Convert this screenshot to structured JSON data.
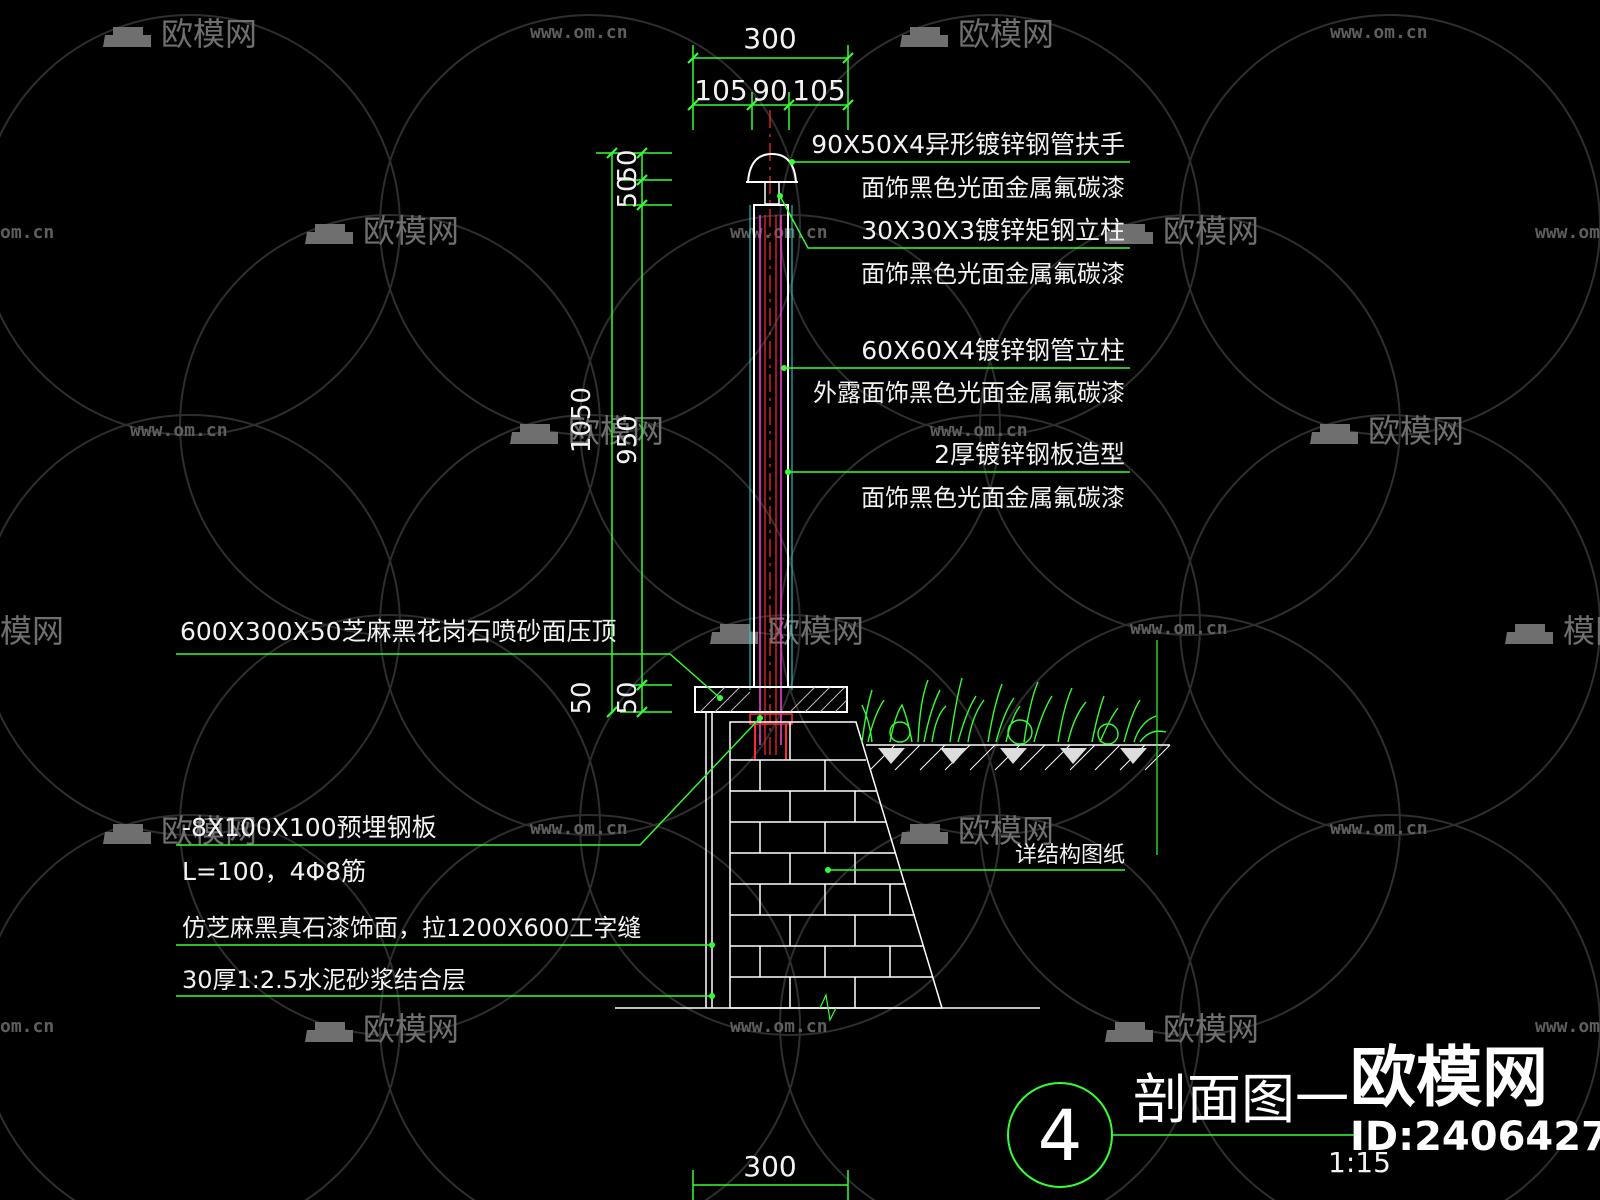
{
  "colors": {
    "background": "#000000",
    "dimension": "#33ff33",
    "leader": "#33ff33",
    "outline": "#ffffff",
    "red": "#ff2a2a",
    "magenta": "#ff44dd",
    "cyan": "#22e0e0",
    "text": "#f2f2f2",
    "watermark": "#6f6f6f"
  },
  "watermark": {
    "brand": "欧模网",
    "url": "www.om.cn",
    "url_short": "om.cn",
    "brand_short": "模网"
  },
  "dimensions": {
    "top_total": "300",
    "top_left": "105",
    "top_mid": "90",
    "top_right": "105",
    "v_50a": "50",
    "v_50b": "50",
    "v_1050": "1050",
    "v_950": "950",
    "v_50c": "50",
    "v_50d": "50",
    "bottom_total": "300"
  },
  "labels": {
    "handrail_1": "90X50X4异形镀锌钢管扶手",
    "handrail_2": "面饰黑色光面金属氟碳漆",
    "post_1": "30X30X3镀锌矩钢立柱",
    "post_2": "面饰黑色光面金属氟碳漆",
    "pipe_1": "60X60X4镀锌钢管立柱",
    "pipe_2": "外露面饰黑色光面金属氟碳漆",
    "plate_1": "2厚镀锌钢板造型",
    "plate_2": "面饰黑色光面金属氟碳漆",
    "coping": "600X300X50芝麻黑花岗石喷砂面压顶",
    "embed_1": "-8X100X100预埋钢板",
    "embed_2": "L=100，4Φ8筋",
    "finish": "仿芝麻黑真石漆饰面，拉1200X600工字缝",
    "mortar": "30厚1:2.5水泥砂浆结合层",
    "structure": "详结构图纸"
  },
  "title_block": {
    "number": "4",
    "name": "剖面图一",
    "scale": "1:15",
    "brand": "欧模网",
    "id": "ID:2406427"
  }
}
